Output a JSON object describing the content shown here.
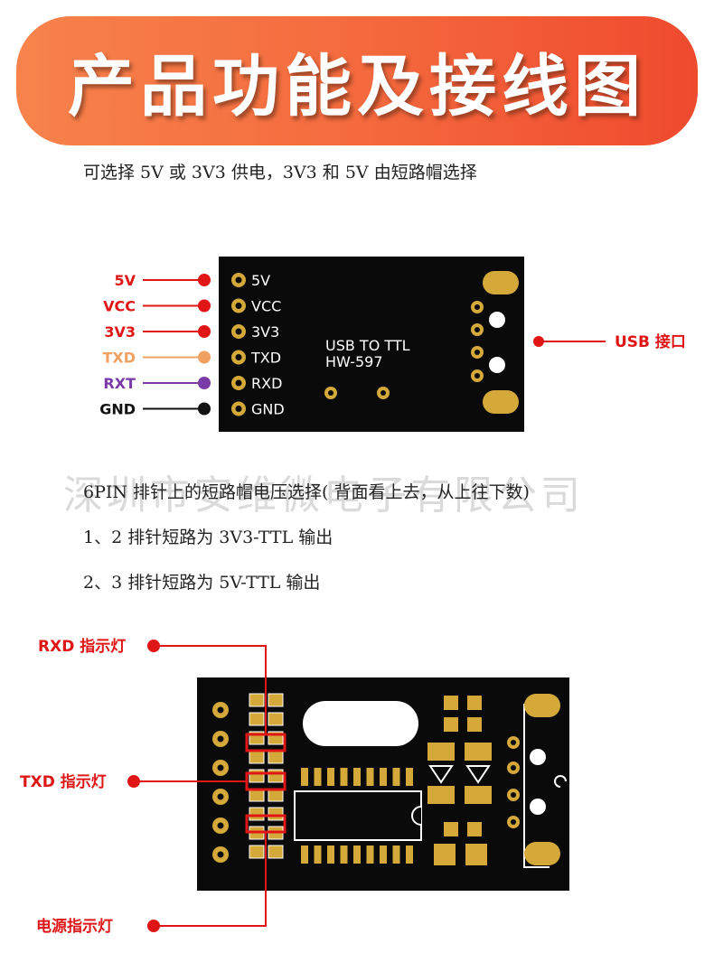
{
  "header": {
    "title": "产品功能及接线图"
  },
  "intro": "可选择 5V 或 3V3 供电，3V3 和 5V 由短路帽选择",
  "board1": {
    "silk_line1": "USB TO TTL",
    "silk_line2": "HW-597",
    "pins": [
      {
        "wire_label": "5V",
        "silk": "5V",
        "color": "#e01616"
      },
      {
        "wire_label": "VCC",
        "silk": "VCC",
        "color": "#e01616"
      },
      {
        "wire_label": "3V3",
        "silk": "3V3",
        "color": "#e01616"
      },
      {
        "wire_label": "TXD",
        "silk": "TXD",
        "color": "#f0a060"
      },
      {
        "wire_label": "RXT",
        "silk": "RXD",
        "color": "#7a3aa8"
      },
      {
        "wire_label": "GND",
        "silk": "GND",
        "color": "#111111"
      }
    ],
    "usb_label": "USB 接口",
    "usb_color": "#e01616"
  },
  "watermark": "深圳市安维微电子有限公司",
  "notes": [
    "6PIN 排针上的短路帽电压选择( 背面看上去，从上往下数)",
    "1、2 排针短路为 3V3-TTL 输出",
    "2、3 排针短路为 5V-TTL 输出"
  ],
  "board2": {
    "rxd_label": "RXD 指示灯",
    "txd_label": "TXD 指示灯",
    "power_label": "电源指示灯",
    "marker_color": "#e01616"
  }
}
